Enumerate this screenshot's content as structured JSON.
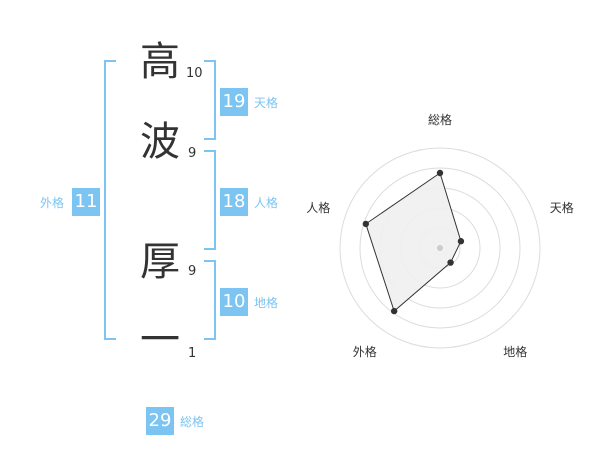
{
  "name": {
    "chars": [
      {
        "char": "高",
        "strokes": "10"
      },
      {
        "char": "波",
        "strokes": "9"
      },
      {
        "char": "厚",
        "strokes": "9"
      },
      {
        "char": "一",
        "strokes": "1"
      }
    ]
  },
  "grades": {
    "tenkaku": {
      "value": "19",
      "label": "天格"
    },
    "jinkaku": {
      "value": "18",
      "label": "人格"
    },
    "chikaku": {
      "value": "10",
      "label": "地格"
    },
    "gaikaku": {
      "value": "11",
      "label": "外格"
    },
    "soukaku": {
      "value": "29",
      "label": "総格"
    }
  },
  "colors": {
    "accent": "#7cc4f2",
    "text": "#333333",
    "radar_fill": "#f0f0f0"
  },
  "chart_data": {
    "type": "radar",
    "axes": [
      "総格",
      "天格",
      "地格",
      "外格",
      "人格"
    ],
    "values": [
      0.75,
      0.22,
      0.18,
      0.78,
      0.78
    ],
    "rings": 5,
    "range": [
      0,
      1
    ]
  }
}
